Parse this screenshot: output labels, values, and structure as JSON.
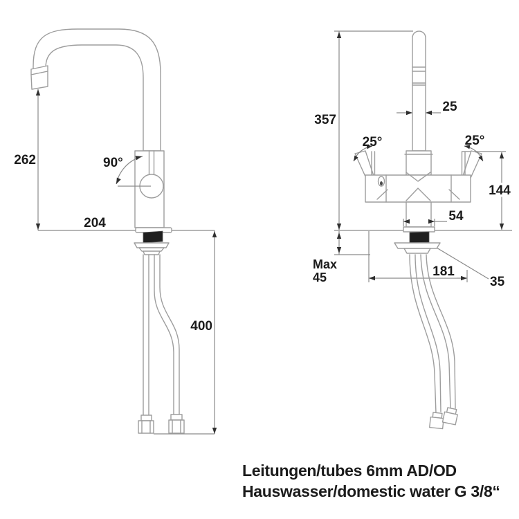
{
  "drawing": {
    "colors": {
      "outline": "#9d9d9d",
      "dimension_line": "#8a8a8a",
      "arrow": "#2f2f2f",
      "label": "#1b1b1b",
      "background": "#ffffff"
    },
    "left_view": {
      "outlet_height": "262",
      "swivel_angle": "90°",
      "reach": "204",
      "hose_length": "400"
    },
    "right_view": {
      "overall_height": "357",
      "tube_diameter": "25",
      "handle_angle_left": "25°",
      "handle_angle_right": "25°",
      "body_height": "144",
      "base_width": "54",
      "counter_max_label": "Max",
      "counter_max_value": "45",
      "hose_spread": "181",
      "flange_dim": "35"
    },
    "caption": {
      "line1": "Leitungen/tubes 6mm AD/OD",
      "line2": "Hauswasser/domestic water G 3/8“"
    }
  }
}
